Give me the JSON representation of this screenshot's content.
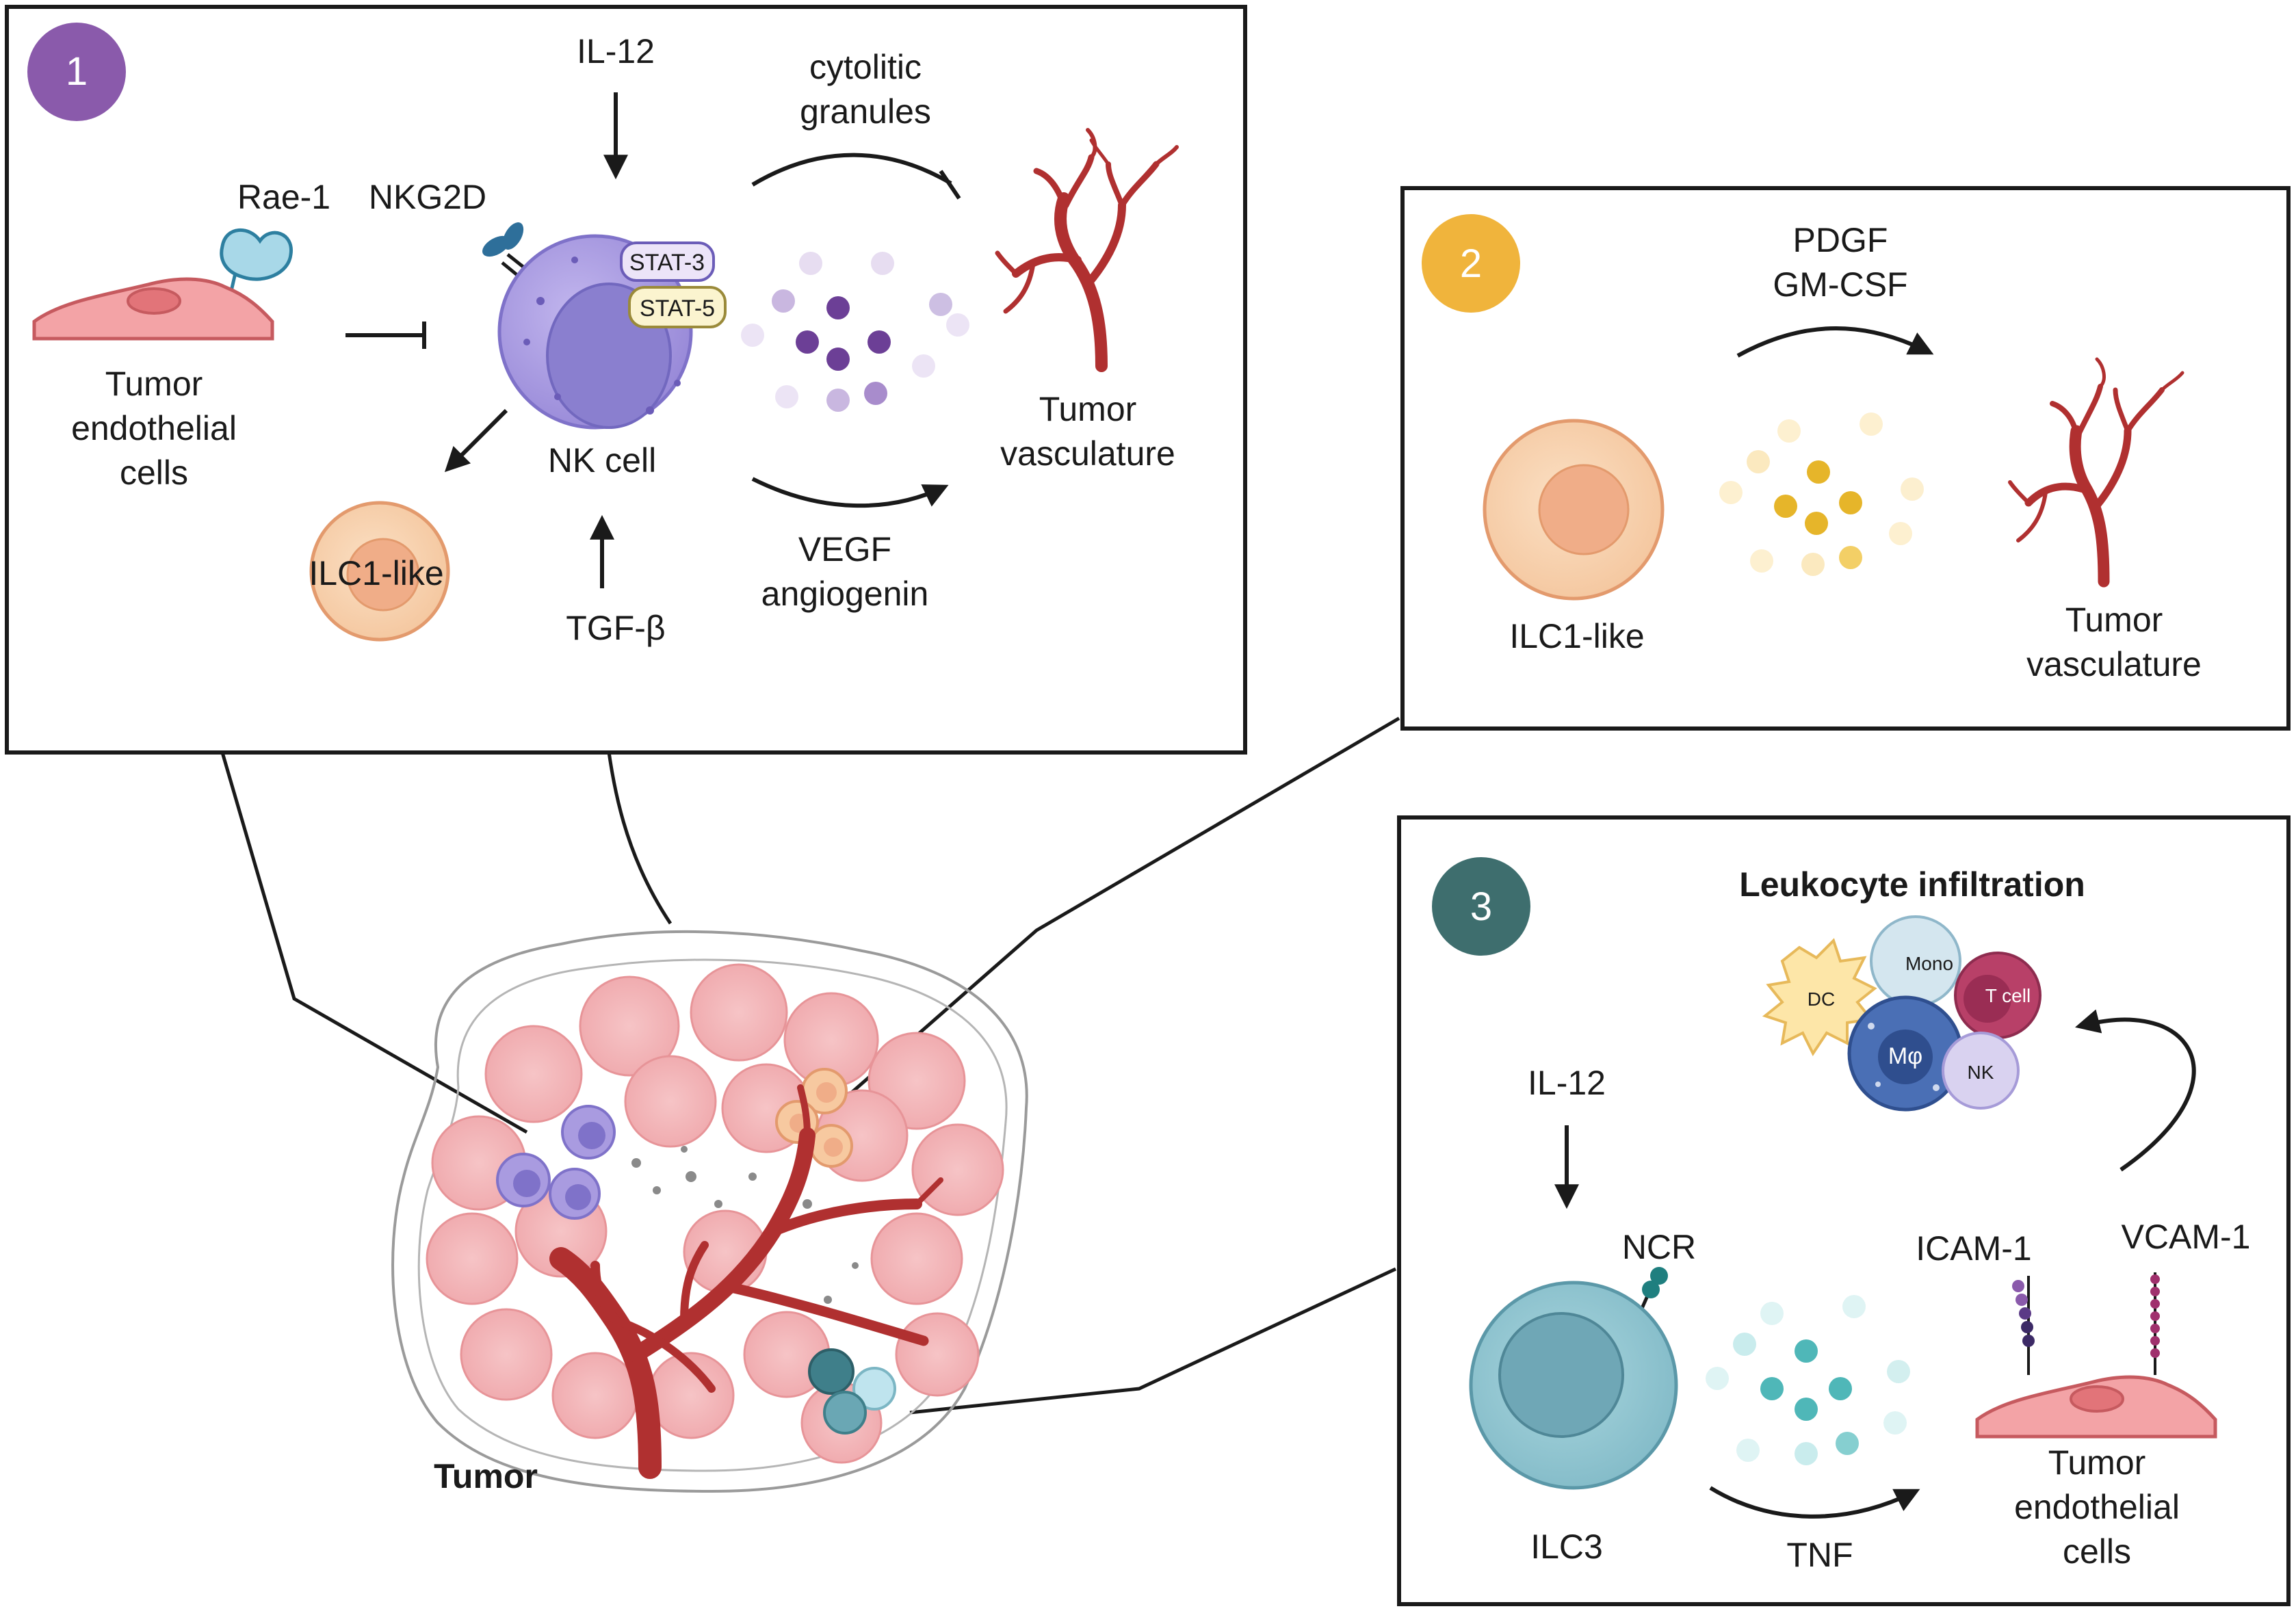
{
  "panel1": {
    "badge": "1",
    "il12": "IL-12",
    "cytolytic_line1": "cytolitic",
    "cytolytic_line2": "granules",
    "rae1": "Rae-1",
    "nkg2d": "NKG2D",
    "stat3": "STAT-3",
    "stat5": "STAT-5",
    "tumor_endo_line1": "Tumor",
    "tumor_endo_line2": "endothelial",
    "tumor_endo_line3": "cells",
    "nk_cell": "NK cell",
    "ilc1_like": "ILC1-like",
    "tgfb": "TGF-β",
    "vegf_line1": "VEGF",
    "vegf_line2": "angiogenin",
    "vasc_line1": "Tumor",
    "vasc_line2": "vasculature"
  },
  "panel2": {
    "badge": "2",
    "factor_line1": "PDGF",
    "factor_line2": "GM-CSF",
    "ilc1_like": "ILC1-like",
    "vasc_line1": "Tumor",
    "vasc_line2": "vasculature"
  },
  "panel3": {
    "badge": "3",
    "title": "Leukocyte infiltration",
    "dc": "DC",
    "mono": "Mono",
    "tcell": "T cell",
    "macrophage": "Mφ",
    "nk": "NK",
    "il12": "IL-12",
    "ncr": "NCR",
    "icam1": "ICAM-1",
    "vcam1": "VCAM-1",
    "ilc3": "ILC3",
    "tnf": "TNF",
    "endo_line1": "Tumor",
    "endo_line2": "endothelial",
    "endo_line3": "cells"
  },
  "tumor": {
    "label": "Tumor"
  },
  "colors": {
    "badge1": "#8a5aab",
    "badge2": "#f0b43c",
    "badge3": "#3e6e6e",
    "nk_cell": "#a99be0",
    "ilc1": "#f7c9a0",
    "ilc3": "#8ec4d0",
    "vessel": "#b03030",
    "tumor_cell": "#f4b5b8"
  }
}
